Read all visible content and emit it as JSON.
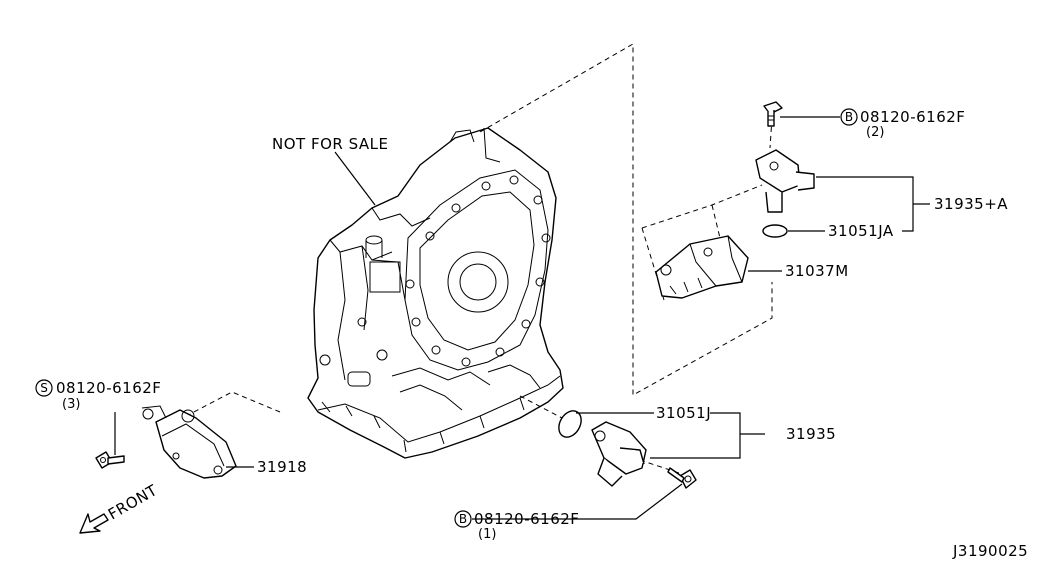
{
  "diagram": {
    "watermark": "NOT FOR SALE",
    "diagram_id": "J3190025",
    "front_label": "FRONT",
    "bolt_top": {
      "symbol": "B",
      "part": "08120-6162F",
      "qty": "(2)"
    },
    "bolt_left": {
      "symbol": "S",
      "part": "08120-6162F",
      "qty": "(3)"
    },
    "bolt_bottom": {
      "symbol": "B",
      "part": "08120-6162F",
      "qty": "(1)"
    },
    "parts": {
      "p31935A": "31935+A",
      "p31051JA": "31051JA",
      "p31037M": "31037M",
      "p31051J": "31051J",
      "p31935": "31935",
      "p31918": "31918"
    }
  }
}
